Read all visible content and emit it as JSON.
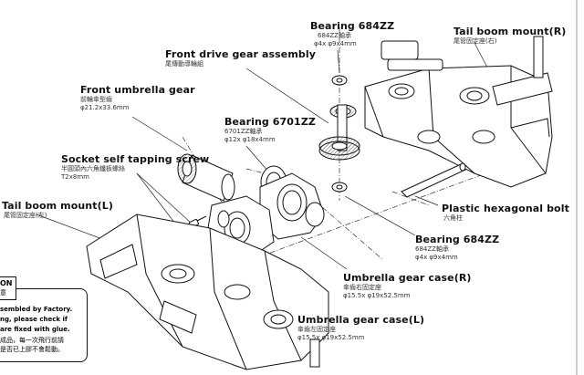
{
  "labels": {
    "bearing_684zz_top": {
      "title": "Bearing 684ZZ",
      "cn": "684ZZ軸承",
      "spec": "φ4x φ9x4mm"
    },
    "tail_boom_mount_r": {
      "title": "Tail boom mount(R)",
      "cn": "尾管固定座(右)"
    },
    "front_drive_gear": {
      "title": "Front drive gear assembly",
      "cn": "尾傳動導輪組"
    },
    "front_umbrella_gear": {
      "title": "Front umbrella gear",
      "cn": "前輪傘型齒",
      "spec": "φ21.2x33.6mm"
    },
    "bearing_6701zz": {
      "title": "Bearing 6701ZZ",
      "cn": "6701ZZ軸承",
      "spec": "φ12x φ18x4mm"
    },
    "socket_screw": {
      "title": "Socket self tapping screw",
      "cn": "半圓頭內六角纖板螺絲",
      "spec": "T2x8mm"
    },
    "tail_boom_mount_l": {
      "title": "Tail boom mount(L)",
      "cn": "尾管固定座(左)"
    },
    "plastic_hex_bolt": {
      "title": "Plastic hexagonal bolt",
      "cn": "六角柱"
    },
    "bearing_684zz_bottom": {
      "title": "Bearing 684ZZ",
      "cn": "684ZZ軸承",
      "spec": "φ4x φ9x4mm"
    },
    "umbrella_gear_case_r": {
      "title": "Umbrella gear case(R)",
      "cn": "傘齒右固定座",
      "spec": "φ15.5x φ19x52.5mm"
    },
    "umbrella_gear_case_l": {
      "title": "Umbrella gear case(L)",
      "cn": "傘齒左固定座",
      "spec": "φ15.5x φ19x52.5mm"
    }
  },
  "notice": {
    "title": "ON",
    "title_cn": "意",
    "lines": [
      "sembled by Factory.",
      "ng, please check if",
      "are fixed with glue."
    ],
    "lines_cn": [
      "成品，每一次飛行前請",
      "是否已上膠不會鬆動。"
    ]
  }
}
